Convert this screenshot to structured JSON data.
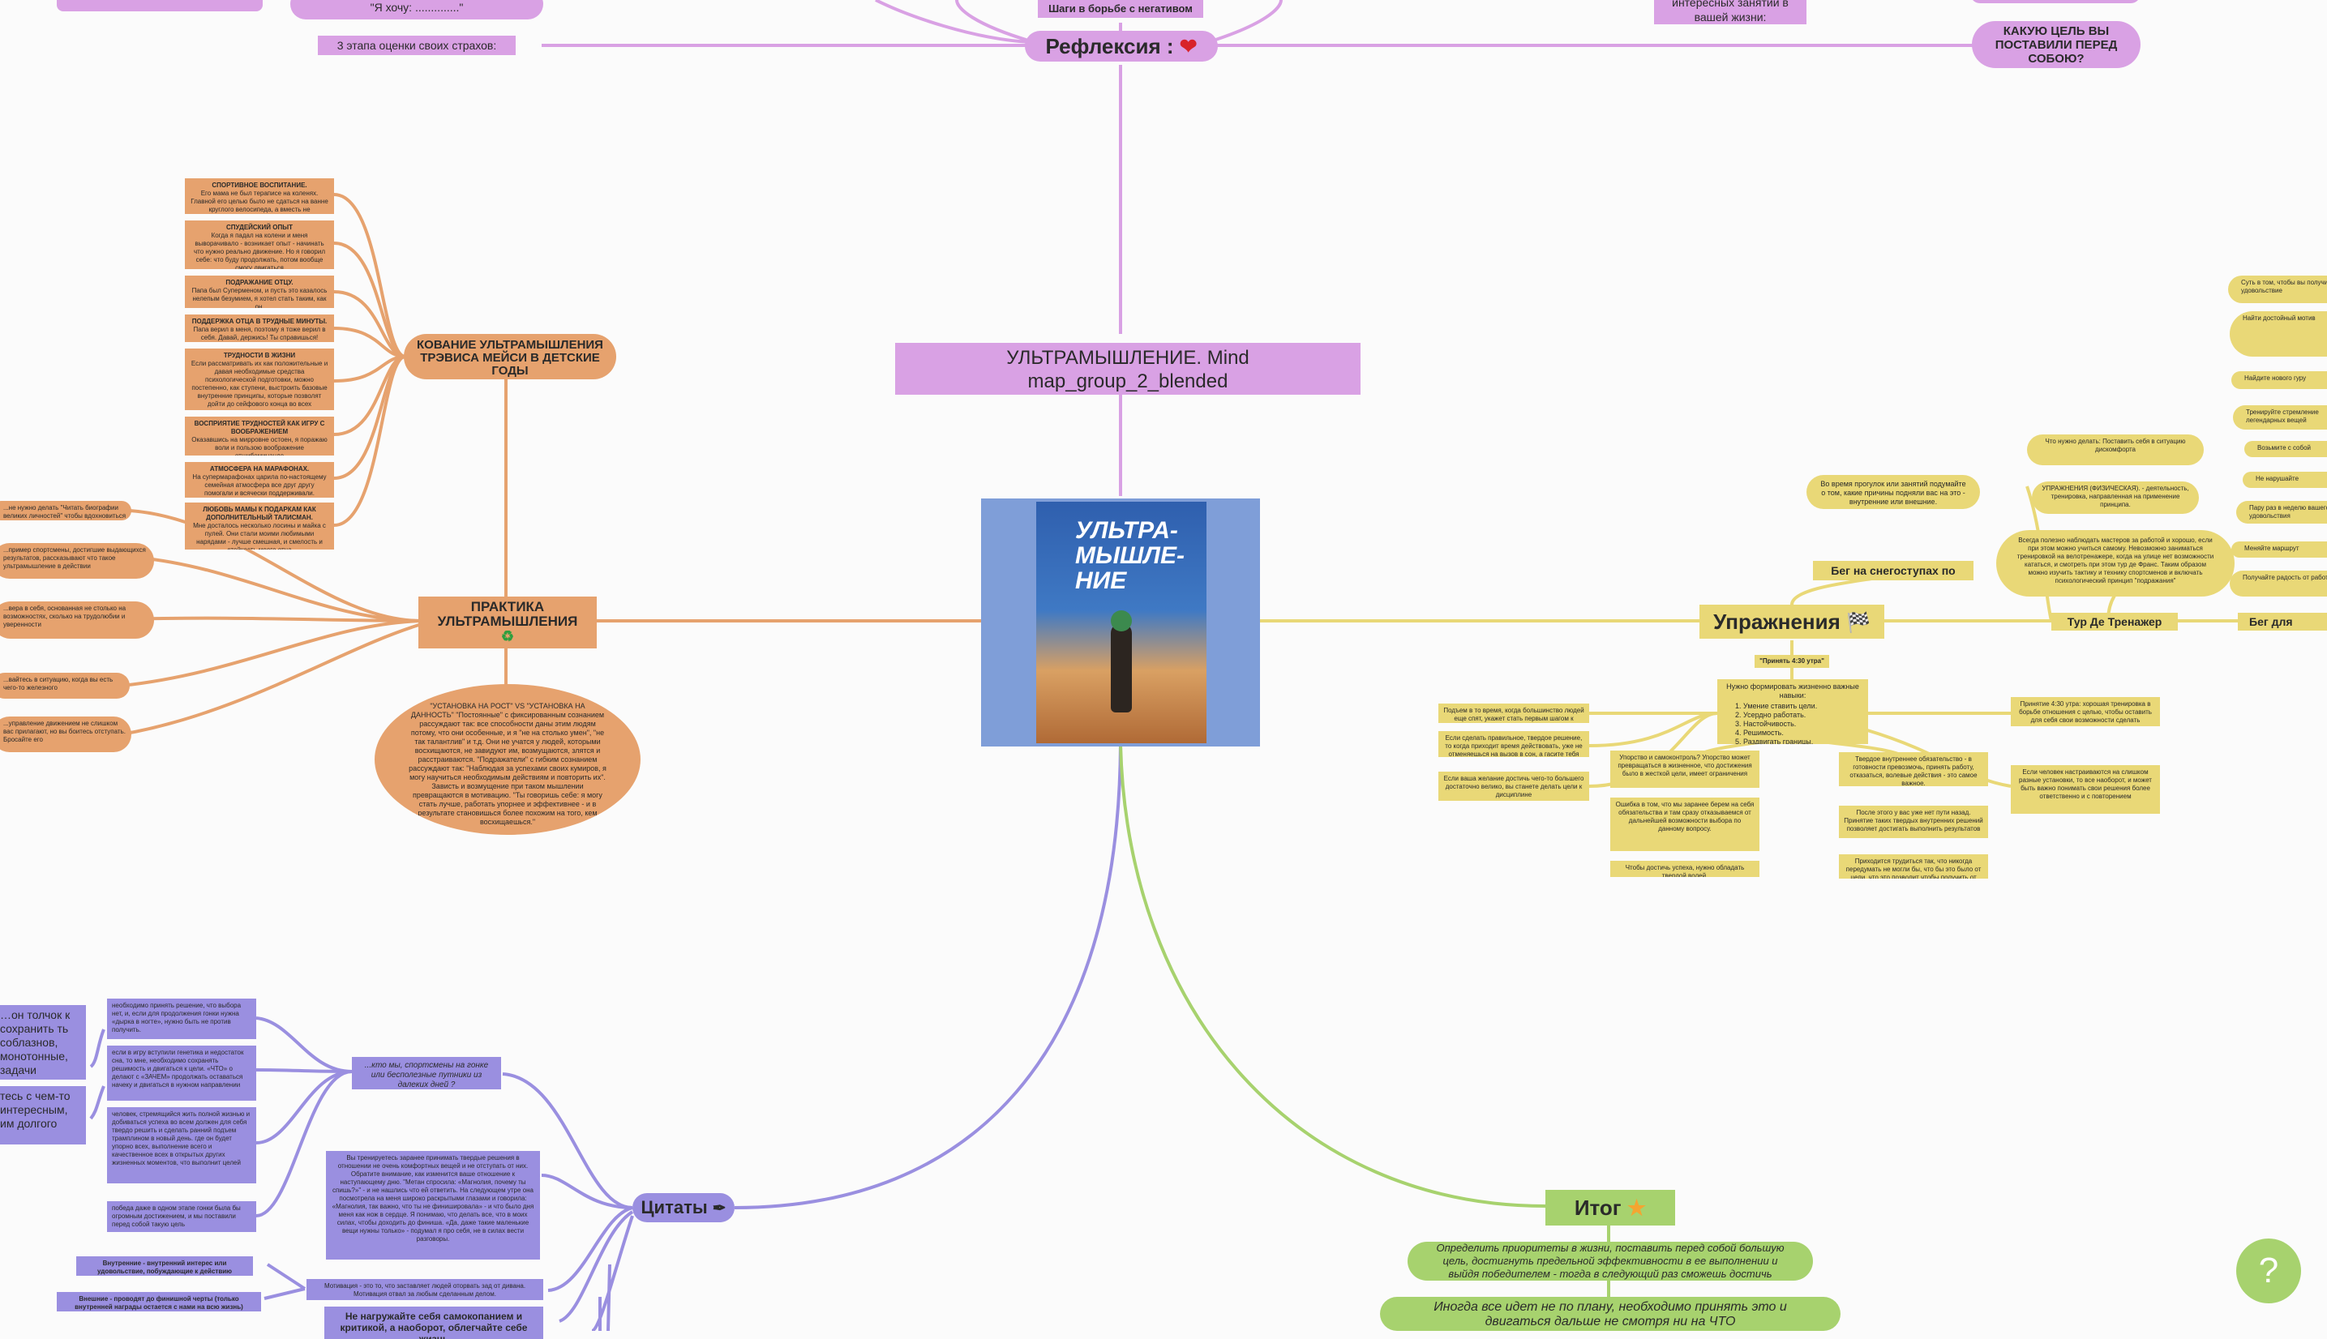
{
  "central": {
    "title": "УЛЬТРАМЫШЛЕНИЕ. Mind map_group_2_blended",
    "book_cover_text": "УЛЬТРА-МЫШЛЕ-НИЕ"
  },
  "top": {
    "reflection": "Рефлексия :",
    "heart_icon": "heart",
    "steps_negative": "Шаги в борьбе с негативом",
    "stages_fear": "3 этапа оценки своих страхов:",
    "i_want": "\"Я хочу: ..............\"",
    "goal_question": "КАКУЮ ЦЕЛЬ ВЫ ПОСТАВИЛИ ПЕРЕД СОБОЮ?",
    "interesting_activities": "интересных занятий в вашей жизни:"
  },
  "orange": {
    "kovanie": "КОВАНИЕ УЛЬТРАМЫШЛЕНИЯ ТРЭВИСА МЕЙСИ В ДЕТСКИЕ ГОДЫ",
    "practice": "ПРАКТИКА УЛЬТРАМЫШЛЕНИЯ",
    "recycle_icon": "recycle",
    "growth": "\"УСТАНОВКА НА РОСТ\" VS \"УСТАНОВКА НА ДАННОСТЬ\" \"Постоянные\" с фиксированным сознанием рассуждают так: все способности даны этим людям потому, что они особенные, и я \"не на столько умен\", \"не так талантлив\" и т.д. Они не учатся у людей, которыми восхищаются, не завидуют им, возмущаются, злятся и расстраиваются. \"Подражатели\" с гибким сознанием рассуждают так: \"Наблюдая за успехами своих кумиров, я могу научиться необходимым действиям и повторить их\". Зависть и возмущение при таком мышлении превращаются в мотивацию. \"Ты говоришь себе: я могу стать лучше, работать упорнее и эффективнее - и в результате становишься более похожим на того, кем восхищаешься.\"",
    "leaves": [
      {
        "title": "СПОРТИВНОЕ ВОСПИТАНИЕ.",
        "text": "Его мама не был тераписе на коленях. Главной его целью было не сдаться на ванне круглого велосипеда, а вместь не марафонить стойкость, которые пригодиться в жизни"
      },
      {
        "title": "СПУДЕЙСКИЙ ОПЫТ",
        "text": "Когда я падал на колени и меня выворачивало - возникает опыт - начинать что нужно реально движение. Но я говорил себе: что буду продолжать, потом вообще смогу двигаться"
      },
      {
        "title": "ПОДРАЖАНИЕ ОТЦУ.",
        "text": "Папа был Суперменом, и пусть это казалось нелепым безумием, я хотел стать таким, как он."
      },
      {
        "title": "ПОДДЕРЖКА ОТЦА В ТРУДНЫЕ МИНУТЫ.",
        "text": "Папа верил в меня, поэтому я тоже верил в себя. Давай, держись! Ты справишься!"
      },
      {
        "title": "ТРУДНОСТИ В ЖИЗНИ",
        "text": "Если рассматривать их как положительные и давая необходимые средства психологической подготовки, можно постепенно, как ступени, выстроить базовые внутренние принципы, которые позволят дойти до сейфового конца во всех неприятностях"
      },
      {
        "title": "ВОСПРИЯТИЕ ТРУДНОСТЕЙ КАК ИГРУ С ВООБРАЖЕНИЕМ",
        "text": "Оказавшись на мирровне остоен, я поражаю воли и пользою воображение отшибоминандо"
      },
      {
        "title": "АТМОСФЕРА НА МАРАФОНАХ.",
        "text": "На супермарафонах царила по-настоящему семейная атмосфера все друг другу помогали и всячески поддерживали."
      },
      {
        "title": "ЛЮБОВЬ МАМЫ К ПОДАРКАМ КАК ДОПОЛНИТЕЛЬНЫЙ ТАЛИСМАН.",
        "text": "Мне досталось несколько лосины и майка с пулей. Они стали моими любимыми нарядами - лучше смешная, и смелость и стойкость моего отца"
      }
    ],
    "left_leaves": [
      "...не нужно делать \"Читать биографии великих личностей\" чтобы вдохновиться",
      "...пример спортсмены, достигшие выдающихся результатов, рассказывают что такое ультрамышление в действии",
      "...вера в себя, основанная не столько на возможностях, сколько на трудолюбии и уверенности",
      "...вайтесь в ситуацию, когда вы есть чего-то железного",
      "...управление движением не слишком вас прилагают, но вы боитесь отступать. Бросайте его"
    ]
  },
  "yellow": {
    "exercises": "Упражнения",
    "flag_icon": "checkered-flag",
    "snowshoe": "Бег на снегоступах по горам",
    "tour_trainer": "Тур Де Тренажер",
    "running_pleasure": "Бег для удовольствия",
    "morning": "\"Принять 4:30 утра\"",
    "skills_intro": "Нужно формировать жизненно важные навыки:",
    "skills": [
      "Умение ставить цели.",
      "Усердно работать.",
      "Настойчивость.",
      "Решимость.",
      "Раздвигать границы."
    ],
    "walk_note": "Во время прогулок или занятий подумайте о том, какие причины подняли вас на это - внутренние или внешние.",
    "what_to_do": "Что нужно делать: Поставить себя в ситуацию дискомфорта",
    "physical": "УПРАЖНЕНИЯ (ФИЗИЧЕСКАЯ). - деятельность, тренировка, направленная на применение принципа.",
    "always_useful": "Всегда полезно наблюдать мастеров за работой и хорошо, если при этом можно учиться самому. Невозможно заниматься тренировкой на велотренажере, когда на улице нет возможности кататься, и смотреть при этом тур де Франс. Таким образом можно изучить тактику и технику спортсменов и включать психологический принцип \"подражания\"",
    "right_items": [
      "Суть в том, чтобы вы получить удовольствие",
      "Найти достойный мотив",
      "Найдите нового гуру",
      "Тренируйте стремление легендарных вещей",
      "Возьмите с собой",
      "Не нарушайте",
      "Пару раз в неделю вашего удовольствия",
      "Меняйте маршрут",
      "Получайте радость от работы"
    ],
    "left_notes": [
      "Подъем в то время, когда большинство людей еще спят, укажет стать первым шагом к достижению цели.",
      "Если сделать правильное, твердое решение, то когда приходит время действовать, уже не отменяешься на вызов в сон, а гасите тебя что делать или нет",
      "Если ваша желание достичь чего-то большего достаточно велико, вы станете делать цели к дисциплине"
    ],
    "col1": [
      "Упорство и самоконтроль? Упорство может превращаться в жизненное, что достижения было в жесткой цели, имеет ограничения",
      "Ошибка в том, что мы заранее берем на себя обязательства и там сразу отказываемся от дальнейшей возможности выбора по данному вопросу.",
      "Чтобы достичь успеха, нужно обладать твердой волей."
    ],
    "col2": [
      "Твердое внутреннее обязательство - в готовности превозмочь, принять работу, отказаться, волевые действия - это самое важное.",
      "После этого у вас уже нет пути назад. Принятие таких твердых внутренних решений позволяет достигать выполнить результатов",
      "Приходится трудиться так, что никогда передумать не могли бы, что бы это было от цели, что это позволит чтобы получить от жизни максимум."
    ],
    "col3": [
      "Принятие 4:30 утра: хорошая тренировка в борьбе отношения с целью, чтобы оставить для себя свои возможности сделать",
      "Если человек настраиваются на слишком разные установки, то все наоборот, и может быть важно понимать свои решения более ответственно и с повторением"
    ]
  },
  "blue": {
    "quotes": "Цитаты",
    "pen_icon": "pen",
    "runners": "...кто мы, спортсмены на гонке или бесполезные путники из далеких дней ?",
    "items": [
      "необходимо принять решение, что выбора нет, и, если для продолжения гонки нужна «дырка в ногте», нужно быть не против получить.",
      "если в игру вступили генетика и недостаток сна, то мне, необходимо сохранять решимость и двигаться к цели. «ЧТО» о делают с «ЗАЧЕМ» продолжать оставаться начеку и двигаться в нужном направлении",
      "человек, стремящийся жить полной жизнью и добиваться успеха во всем должен для себя твердо решить и сделать ранний подъем трамплином в новый день. где он будет упорно всех, выполнение всего и качественное всех в открытых других жизненных моментов, что выполнит целей",
      "победа даже в одном этапе гонки была бы огромным достижением, и мы поставили перед собой такую цель"
    ],
    "left_text": "…он толчок к сохранить ть соблазнов, монотонные, задачи",
    "left_text2": "тесь с чем-то интересным, им долгого",
    "internal": "Внутренние - внутренний интерес или удовольствие, побуждающие к действию",
    "external": "Внешние - проводят до финишной черты (только внутренней награды остается с нами на всю жизнь)",
    "motivation": "Мотивация - это то, что заставляет людей оторвать зад от дивана. Мотивация отвал за любым сделанным делом.",
    "no_overload": "Не нагружайте себя самокопанием и критикой, а наоборот, облегчайте себе жизнь",
    "long_text": "Вы тренируетесь заранее принимать твердые решения в отношении не очень комфортных вещей и не отступать от них. Обратите внимание, как изменится ваше отношение к наступающему дню. \"Метан спросила: «Магнолия, почему ты спишь?»\" - и не нашлись что ей ответить. На следующем утре она посмотрела на меня широко раскрытыми глазами и говорила: «Магнолия, так важно, что ты не финишировала» - и что было дня меня как нож в сердце. Я понимаю, что делать все, что в моих силах, чтобы доходить до финиша. «Да, даже такие маленькие вещи нужны только» - подумал я про себя, не в силах вести разговоры."
  },
  "green": {
    "result": "Итог",
    "star_icon": "star",
    "r1": "Определить приоритеты в жизни, поставить перед собой большую цель, достигнуть предельной эффективности в ее выполнении и выйдя победителем - тогда в следующий раз сможешь достичь большего",
    "r2": "Иногда все идет не по плану, необходимо принять это и двигаться дальше не смотря ни на ЧТО"
  },
  "help_label": "?",
  "colors": {
    "purple": "#d9a1e4",
    "orange": "#e6a26e",
    "yellow": "#e9d877",
    "blue": "#9a8fe0",
    "green": "#a7d26e",
    "center_bg": "#7f9ed8"
  }
}
